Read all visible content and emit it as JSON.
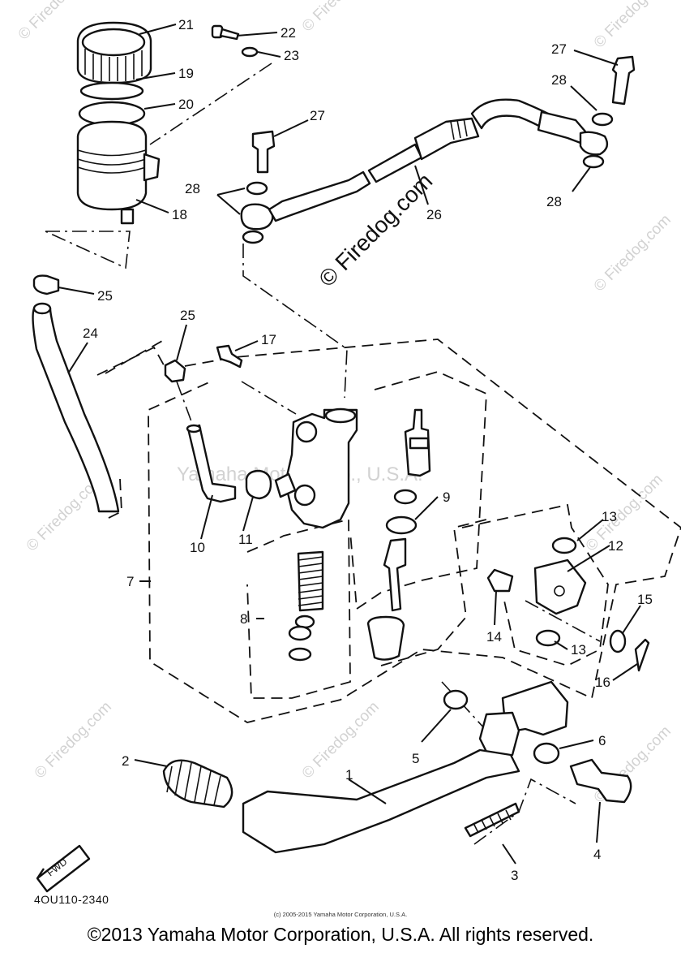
{
  "diagram": {
    "part_labels": [
      "1",
      "2",
      "3",
      "4",
      "5",
      "6",
      "7",
      "8",
      "9",
      "10",
      "11",
      "12",
      "13",
      "13",
      "14",
      "15",
      "16",
      "17",
      "18",
      "19",
      "20",
      "21",
      "22",
      "23",
      "24",
      "25",
      "25",
      "26",
      "27",
      "27",
      "28",
      "28",
      "28"
    ],
    "watermark_diagonal": "© Firedog.com",
    "watermark_center": "Yamaha Motor Corp., U.S.A.",
    "fwd_arrow_text": "FWD",
    "diagram_code": "4OU110-2340",
    "small_copyright": "(c) 2005-2015 Yamaha Motor Corporation, U.S.A.",
    "main_copyright": "©2013 Yamaha Motor Corporation, U.S.A. All rights reserved."
  },
  "colors": {
    "ink": "#111111",
    "watermark": "#d2d2d2",
    "background": "#ffffff"
  }
}
